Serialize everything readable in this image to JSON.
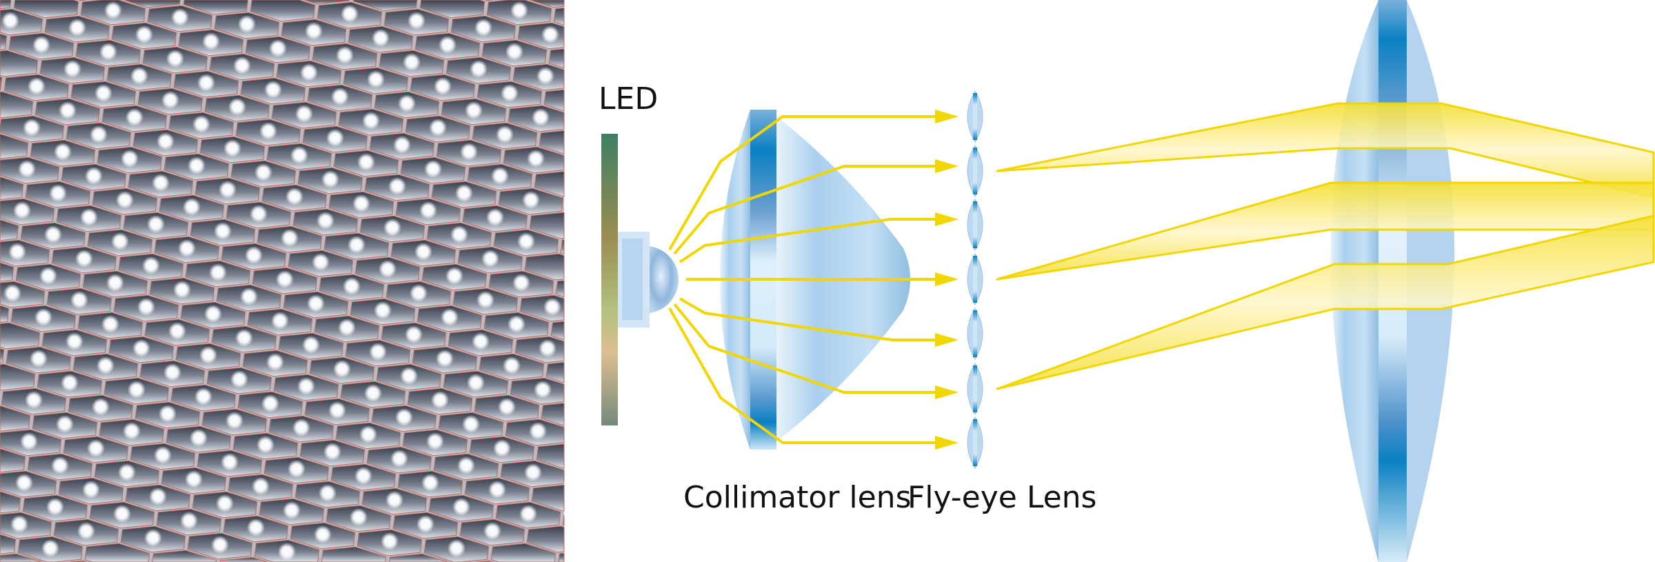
{
  "labels": {
    "led": "LED",
    "collimator": "Collimator lens",
    "fly_eye": "Fly-eye Lens"
  },
  "colors": {
    "ray": "#f2d600",
    "beam": "#f7e34a",
    "lens_light": "#cfe4f5",
    "lens_dark": "#0a7fc0",
    "hex_dark": "#3e4654",
    "hex_light": "#d6dae2"
  },
  "fly_eye_lenslet_count": 7,
  "ray_count": 7,
  "beam_count": 3
}
